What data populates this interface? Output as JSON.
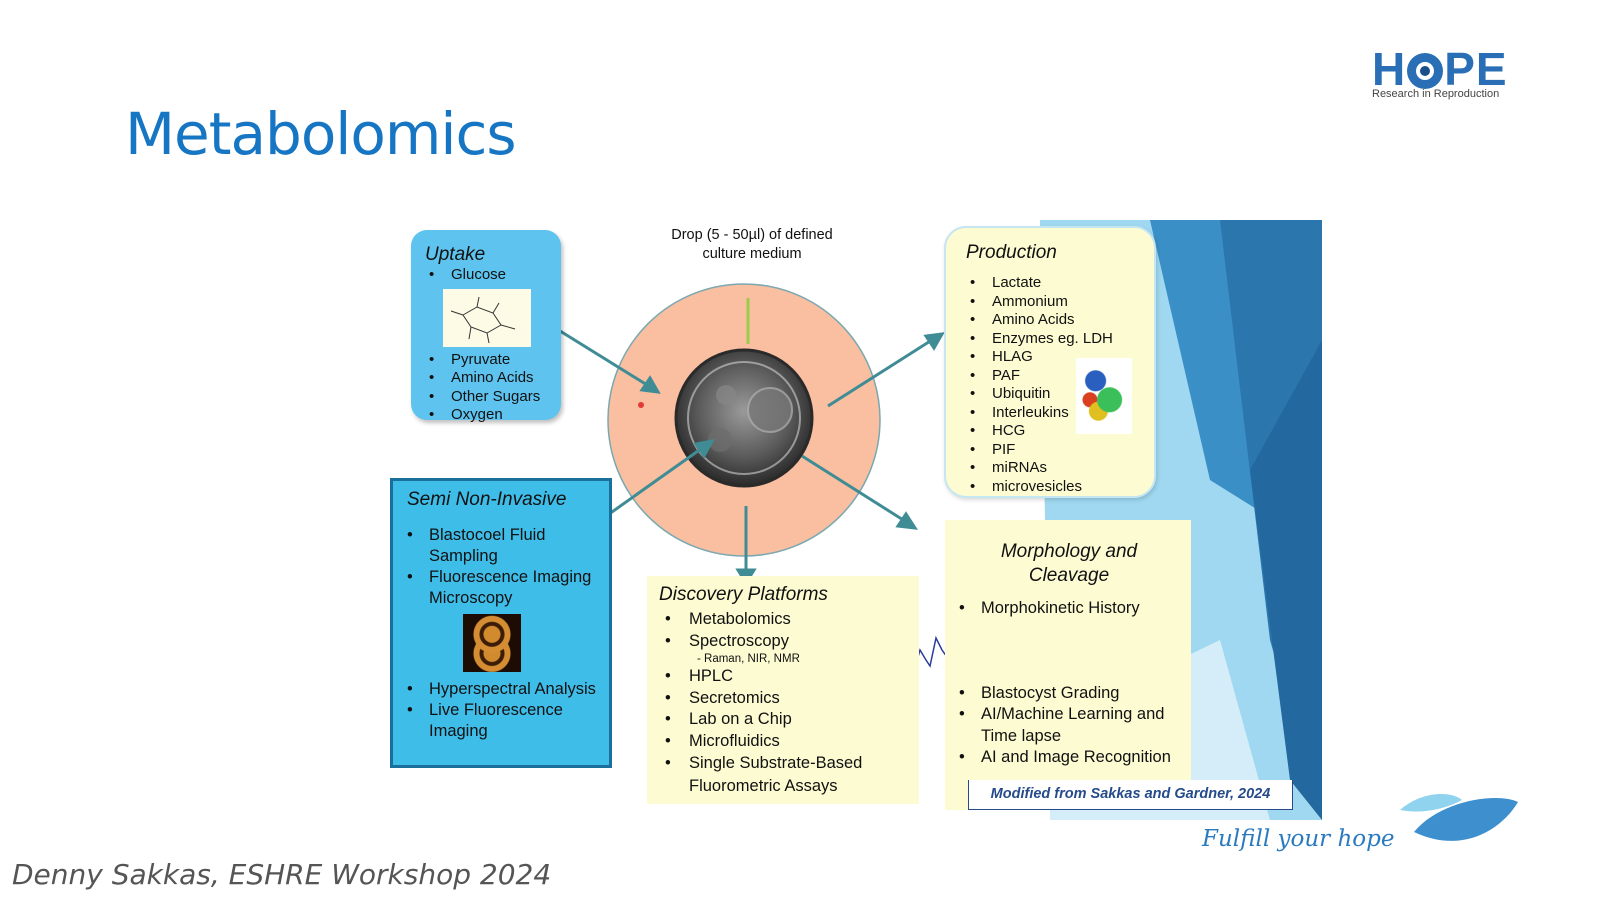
{
  "slide": {
    "title": "Metabolomics",
    "author": "Denny Sakkas, ESHRE Workshop 2024",
    "tagline": "Fulfill your hope"
  },
  "logo": {
    "name": "HOPE",
    "subtitle": "Research in Reproduction"
  },
  "figure": {
    "drop_label": [
      "Drop (5 - 50µl) of defined",
      "culture medium"
    ],
    "credit": "Modified from Sakkas and Gardner, 2024",
    "uptake": {
      "heading": "Uptake",
      "items": [
        "Glucose",
        "Pyruvate",
        "Amino Acids",
        "Other Sugars",
        "Oxygen"
      ]
    },
    "production": {
      "heading": "Production",
      "items": [
        "Lactate",
        "Ammonium",
        "Amino Acids",
        "Enzymes eg. LDH",
        "HLAG",
        "PAF",
        "Ubiquitin",
        "Interleukins",
        "HCG",
        "PIF",
        "miRNAs",
        "microvesicles"
      ]
    },
    "semi_non_invasive": {
      "heading": "Semi Non-Invasive",
      "items": [
        "Blastocoel Fluid Sampling",
        "Fluorescence Imaging Microscopy",
        "Hyperspectral Analysis",
        "Live Fluorescence Imaging"
      ]
    },
    "discovery": {
      "heading": "Discovery Platforms",
      "items": [
        "Metabolomics",
        "Spectroscopy",
        "HPLC",
        "Secretomics",
        "Lab on a Chip",
        "Microfluidics",
        "Single Substrate-Based Fluorometric Assays"
      ],
      "spectroscopy_sub": "- Raman, NIR, NMR"
    },
    "morphology": {
      "heading_line1": "Morphology and",
      "heading_line2": "Cleavage",
      "items": [
        "Morphokinetic History",
        "Blastocyst Grading",
        "AI/Machine Learning and Time lapse",
        "AI and Image Recognition"
      ]
    },
    "colors": {
      "title": "#1776c4",
      "drop_ring": "#f9bfa0",
      "uptake_box": "#5ec4ef",
      "semi_box": "#3fbde9",
      "yellow_box": "#fdfbd2",
      "arrow": "#3f8c95"
    }
  }
}
